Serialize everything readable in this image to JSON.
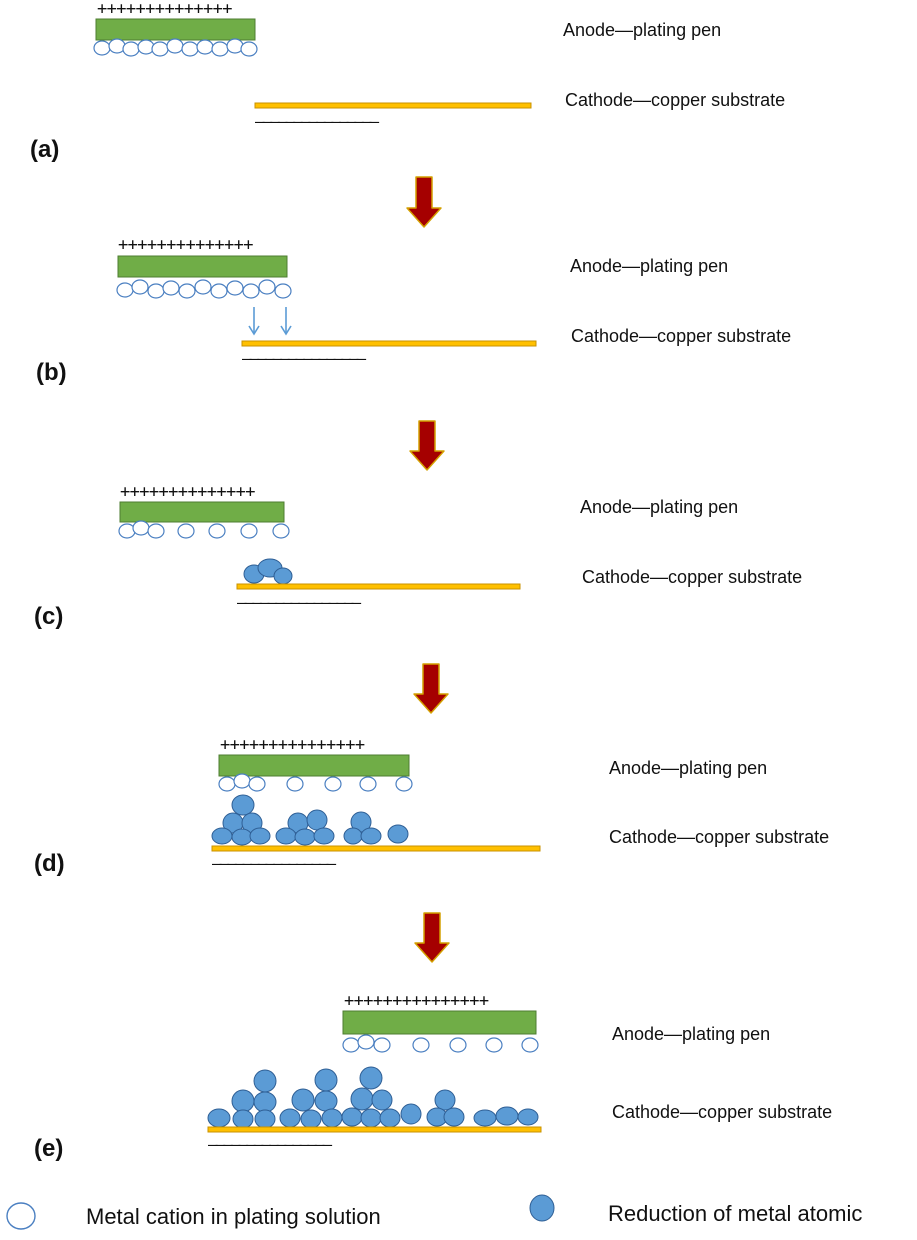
{
  "colors": {
    "anode": "#70ad47",
    "anode_edge": "#4e7d30",
    "substrate": "#ffc000",
    "substrate_edge": "#c89200",
    "cation": "#4a7fc1",
    "atom_fill": "#5b9bd5",
    "atom_edge": "#2f5f95",
    "arrow": "#a50000",
    "arrow_edge": "#d4a000",
    "drift_arrow": "#5b9bd5",
    "text": "#111111"
  },
  "labels": {
    "anode": "Anode—plating pen",
    "cathode": "Cathode—copper substrate",
    "plus_signs": "++++++++++++++",
    "plus_signs_long": "+++++++++++++++",
    "minus_signs": "————————————————"
  },
  "panels": [
    {
      "letter": "(a)"
    },
    {
      "letter": "(b)"
    },
    {
      "letter": "(c)"
    },
    {
      "letter": "(d)"
    },
    {
      "letter": "(e)"
    }
  ],
  "legend": {
    "cation_label": "Metal cation in plating solution",
    "atom_label": "Reduction of metal atomic"
  }
}
